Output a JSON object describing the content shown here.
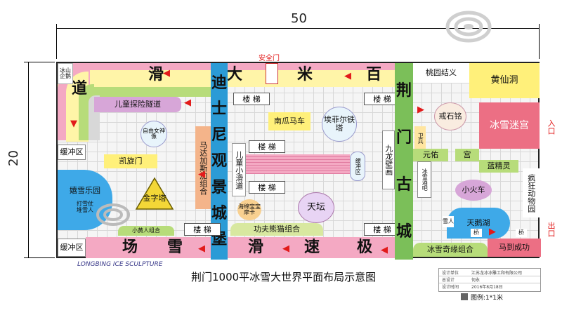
{
  "dimensions": {
    "width": "50",
    "height": "20"
  },
  "title": "荆门1000平冰雪大世界平面布局示意图",
  "legend": "图例:1*1米",
  "watermark": "LONGBING ICE SCULPTURE",
  "info": {
    "rows": [
      {
        "label": "设计单位",
        "value": "江苏龙冰冰雕工和有限公司"
      },
      {
        "label": "总设计",
        "value": "何永"
      },
      {
        "label": "设计时间",
        "value": "2016年8月18日"
      }
    ]
  },
  "slide_top": [
    "滑",
    "大",
    "米",
    "百"
  ],
  "slide_left": "道",
  "slide_bottom": [
    "场",
    "雪",
    "滑",
    "速",
    "极"
  ],
  "wall_left": [
    "迪",
    "士",
    "尼",
    "观",
    "景",
    "城",
    "堡"
  ],
  "wall_right": [
    "荆",
    "门",
    "古",
    "城"
  ],
  "zones": {
    "ice_mountain": "冰山企鹅",
    "buffer": "缓冲区",
    "buffer_mid": "缓冲区",
    "buffer_bottom": "缓冲区",
    "kids_tunnel": "儿童探险隧道",
    "liberty": "自由女神像",
    "arc": "凯旋门",
    "snow_park": "嬉雪乐园",
    "snow_park_sub1": "打雪仗",
    "snow_park_sub2": "堆雪人",
    "golden": "金字塔",
    "minions": "小黄人组合",
    "madagascar": "马达加斯加组合",
    "kids_slide": "儿童小滑道",
    "pumpkin": "南瓜马车",
    "eiffel": "埃菲尔铁塔",
    "temple": "天坛",
    "sponge": "海绵宝宝摩卡",
    "kungfu": "功夫熊猫组合",
    "peach": "桃园结义",
    "huangxian": "黄仙洞",
    "stone": "戒石铭",
    "maze": "冰雪迷宫",
    "guard": "卫兵",
    "nine_dragon": "九龙壁画",
    "yuanyou": "元佑",
    "gong": "宫",
    "bluegirl": "蓝精灵",
    "wine": "冰雪酒吧",
    "train": "小火车",
    "crazy": "疯狂动物园",
    "swan": "天鹅湖",
    "bridge1": "桥",
    "bridge2": "桥",
    "snowman": "雪人",
    "romance": "冰雪奇缘组合",
    "horse": "马到成功",
    "safety": "安全门",
    "entrance": "入口",
    "exit": "出口"
  },
  "stairs": "楼 梯"
}
